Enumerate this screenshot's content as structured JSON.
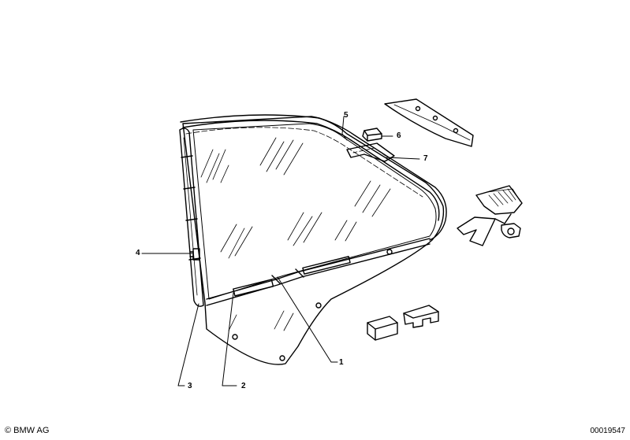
{
  "callouts": {
    "c1": "1",
    "c2": "2",
    "c3": "3",
    "c4": "4",
    "c5": "5",
    "c6": "6",
    "c7": "7"
  },
  "footer": {
    "copyright": "© BMW AG",
    "diagram_id": "00019547"
  }
}
